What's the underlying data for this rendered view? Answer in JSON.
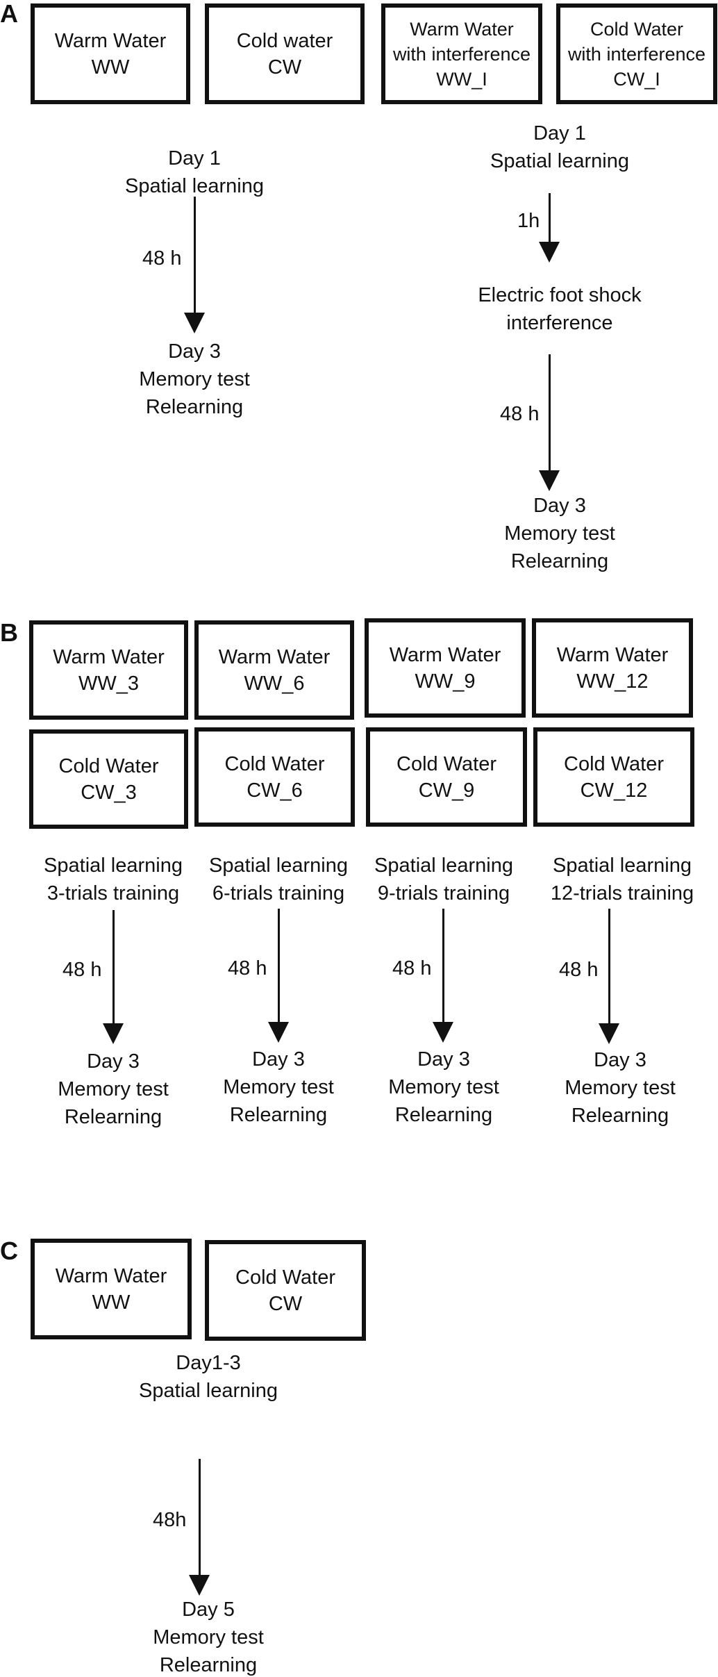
{
  "panel_a": {
    "label": "A",
    "boxes": [
      {
        "line1": "Warm Water",
        "line2": "WW"
      },
      {
        "line1": "Cold water",
        "line2": "CW"
      },
      {
        "line1": "Warm Water",
        "line2": "with interference",
        "line3": "WW_I"
      },
      {
        "line1": "Cold Water",
        "line2": "with interference",
        "line3": "CW_I"
      }
    ],
    "left": {
      "start": {
        "line1": "Day 1",
        "line2": "Spatial learning"
      },
      "delay": "48 h",
      "end": {
        "line1": "Day 3",
        "line2": "Memory test",
        "line3": "Relearning"
      }
    },
    "right": {
      "start": {
        "line1": "Day 1",
        "line2": "Spatial learning"
      },
      "delay1": "1h",
      "interference": {
        "line1": "Electric foot shock",
        "line2": "interference"
      },
      "delay2": "48 h",
      "end": {
        "line1": "Day 3",
        "line2": "Memory test",
        "line3": "Relearning"
      }
    }
  },
  "panel_b": {
    "label": "B",
    "columns": [
      {
        "warm": {
          "line1": "Warm Water",
          "line2": "WW_3"
        },
        "cold": {
          "line1": "Cold Water",
          "line2": "CW_3"
        },
        "training": {
          "line1": "Spatial learning",
          "line2": "3-trials training"
        },
        "delay": "48 h",
        "end": {
          "line1": "Day 3",
          "line2": "Memory test",
          "line3": "Relearning"
        }
      },
      {
        "warm": {
          "line1": "Warm Water",
          "line2": "WW_6"
        },
        "cold": {
          "line1": "Cold Water",
          "line2": "CW_6"
        },
        "training": {
          "line1": "Spatial learning",
          "line2": "6-trials training"
        },
        "delay": "48 h",
        "end": {
          "line1": "Day 3",
          "line2": "Memory test",
          "line3": "Relearning"
        }
      },
      {
        "warm": {
          "line1": "Warm Water",
          "line2": "WW_9"
        },
        "cold": {
          "line1": "Cold Water",
          "line2": "CW_9"
        },
        "training": {
          "line1": "Spatial learning",
          "line2": "9-trials training"
        },
        "delay": "48 h",
        "end": {
          "line1": "Day 3",
          "line2": "Memory test",
          "line3": "Relearning"
        }
      },
      {
        "warm": {
          "line1": "Warm Water",
          "line2": "WW_12"
        },
        "cold": {
          "line1": "Cold Water",
          "line2": "CW_12"
        },
        "training": {
          "line1": "Spatial learning",
          "line2": "12-trials training"
        },
        "delay": "48 h",
        "end": {
          "line1": "Day 3",
          "line2": "Memory test",
          "line3": "Relearning"
        }
      }
    ]
  },
  "panel_c": {
    "label": "C",
    "boxes": [
      {
        "line1": "Warm Water",
        "line2": "WW"
      },
      {
        "line1": "Cold Water",
        "line2": "CW"
      }
    ],
    "start": {
      "line1": "Day1-3",
      "line2": "Spatial learning"
    },
    "delay": "48h",
    "end": {
      "line1": "Day 5",
      "line2": "Memory test",
      "line3": "Relearning"
    }
  }
}
